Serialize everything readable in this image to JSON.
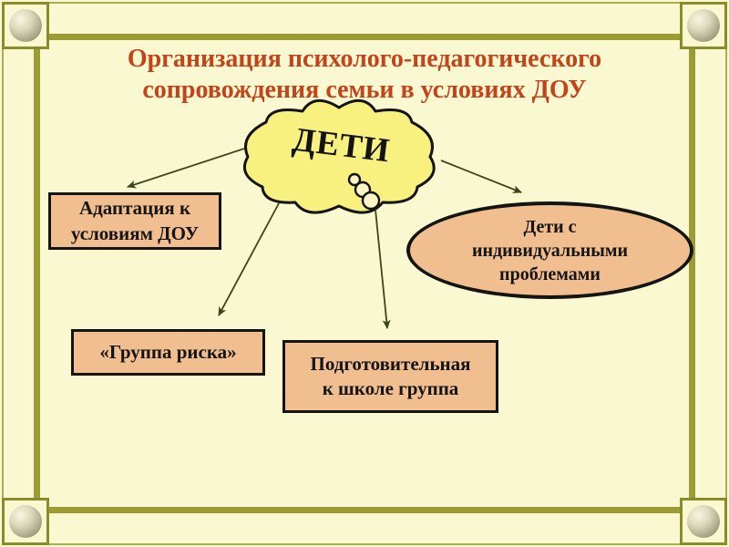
{
  "slide": {
    "title": "Организация психолого-педагогического сопровождения семьи в условиях ДОУ",
    "cloud_label": "ДЕТИ",
    "nodes": {
      "adaptation": "Адаптация к условиям ДОУ",
      "individual_problems": "Дети с индивидуальными проблемами",
      "risk_group": "«Группа риска»",
      "prep_group": "Подготовительная к школе группа"
    },
    "colors": {
      "background": "#FAF8D0",
      "title_text": "#C3441A",
      "node_fill": "#F1BE90",
      "cloud_fill": "#F8F180",
      "shape_outline": "#141414",
      "frame_olive": "#9B9C33",
      "arrow": "#3E441E"
    }
  }
}
